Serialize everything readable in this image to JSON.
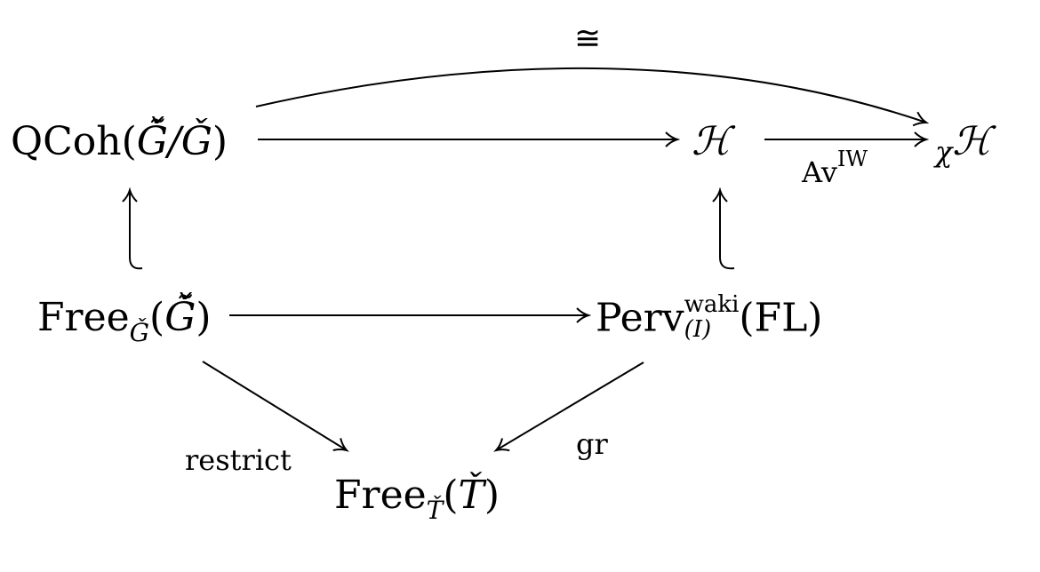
{
  "nodes": {
    "qcoh": {
      "name": "QCoh",
      "arg": "G̃̌/Ǧ"
    },
    "hecke": {
      "text": "ℋ"
    },
    "chi_hecke": {
      "prefix": "χ",
      "text": "ℋ"
    },
    "free_g": {
      "name": "Free",
      "sub": "Ǧ",
      "arg": "G̃̌"
    },
    "perv": {
      "name": "Perv",
      "sup": "waki",
      "sub": "(I)",
      "arg": "(FL)"
    },
    "free_t": {
      "name": "Free",
      "sub": "Ť",
      "arg": "Ť"
    }
  },
  "labels": {
    "iso": "≅",
    "av": "Av",
    "av_sup": "IW",
    "restrict": "restrict",
    "gr": "gr"
  },
  "colors": {
    "stroke": "#000000",
    "background": "#ffffff"
  }
}
